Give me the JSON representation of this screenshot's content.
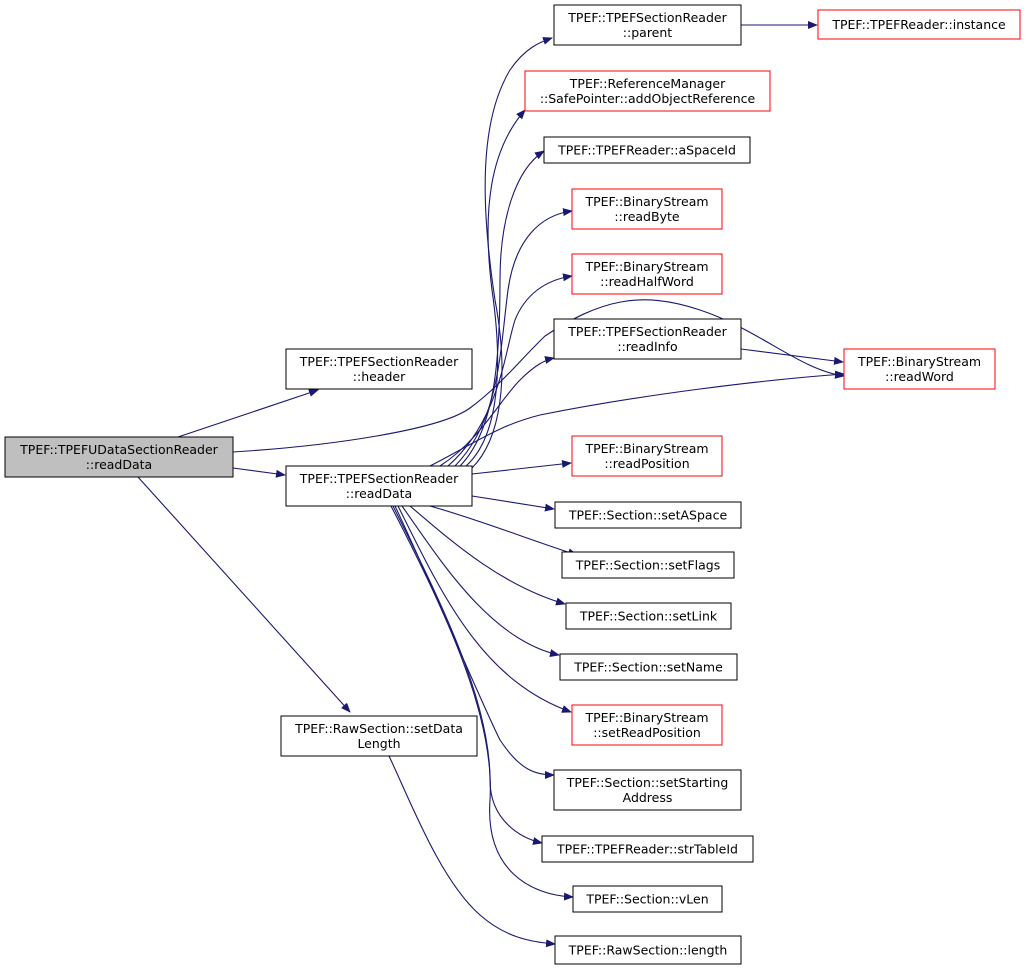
{
  "colors": {
    "edge": "#191970",
    "root_fill": "#bfbfbf",
    "default_border": "#000000",
    "external_border": "#ff0000"
  },
  "nodes": [
    {
      "id": "root",
      "lines": [
        "TPEF::TPEFUDataSectionReader",
        "::readData"
      ],
      "style": "root"
    },
    {
      "id": "header",
      "lines": [
        "TPEF::TPEFSectionReader",
        "::header"
      ],
      "style": "default"
    },
    {
      "id": "sr_readData",
      "lines": [
        "TPEF::TPEFSectionReader",
        "::readData"
      ],
      "style": "default"
    },
    {
      "id": "setDataLength",
      "lines": [
        "TPEF::RawSection::setData",
        "Length"
      ],
      "style": "default"
    },
    {
      "id": "parent",
      "lines": [
        "TPEF::TPEFSectionReader",
        "::parent"
      ],
      "style": "default"
    },
    {
      "id": "instance",
      "lines": [
        "TPEF::TPEFReader::instance"
      ],
      "style": "external"
    },
    {
      "id": "addObjRef",
      "lines": [
        "TPEF::ReferenceManager",
        "::SafePointer::addObjectReference"
      ],
      "style": "external"
    },
    {
      "id": "aSpaceId",
      "lines": [
        "TPEF::TPEFReader::aSpaceId"
      ],
      "style": "default"
    },
    {
      "id": "readByte",
      "lines": [
        "TPEF::BinaryStream",
        "::readByte"
      ],
      "style": "external"
    },
    {
      "id": "readHalfWord",
      "lines": [
        "TPEF::BinaryStream",
        "::readHalfWord"
      ],
      "style": "external"
    },
    {
      "id": "readInfo",
      "lines": [
        "TPEF::TPEFSectionReader",
        "::readInfo"
      ],
      "style": "default"
    },
    {
      "id": "readWord",
      "lines": [
        "TPEF::BinaryStream",
        "::readWord"
      ],
      "style": "external"
    },
    {
      "id": "readPosition",
      "lines": [
        "TPEF::BinaryStream",
        "::readPosition"
      ],
      "style": "external"
    },
    {
      "id": "setASpace",
      "lines": [
        "TPEF::Section::setASpace"
      ],
      "style": "default"
    },
    {
      "id": "setFlags",
      "lines": [
        "TPEF::Section::setFlags"
      ],
      "style": "default"
    },
    {
      "id": "setLink",
      "lines": [
        "TPEF::Section::setLink"
      ],
      "style": "default"
    },
    {
      "id": "setName",
      "lines": [
        "TPEF::Section::setName"
      ],
      "style": "default"
    },
    {
      "id": "setReadPosition",
      "lines": [
        "TPEF::BinaryStream",
        "::setReadPosition"
      ],
      "style": "external"
    },
    {
      "id": "setStartingAddress",
      "lines": [
        "TPEF::Section::setStarting",
        "Address"
      ],
      "style": "default"
    },
    {
      "id": "strTableId",
      "lines": [
        "TPEF::TPEFReader::strTableId"
      ],
      "style": "default"
    },
    {
      "id": "vLen",
      "lines": [
        "TPEF::Section::vLen"
      ],
      "style": "default"
    },
    {
      "id": "length",
      "lines": [
        "TPEF::RawSection::length"
      ],
      "style": "default"
    }
  ],
  "edges": [
    {
      "from": "root",
      "to": "header"
    },
    {
      "from": "root",
      "to": "sr_readData"
    },
    {
      "from": "root",
      "to": "setDataLength"
    },
    {
      "from": "root",
      "to": "readWord"
    },
    {
      "from": "sr_readData",
      "to": "parent"
    },
    {
      "from": "sr_readData",
      "to": "addObjRef"
    },
    {
      "from": "sr_readData",
      "to": "aSpaceId"
    },
    {
      "from": "sr_readData",
      "to": "readByte"
    },
    {
      "from": "sr_readData",
      "to": "readHalfWord"
    },
    {
      "from": "sr_readData",
      "to": "readInfo"
    },
    {
      "from": "sr_readData",
      "to": "readWord"
    },
    {
      "from": "sr_readData",
      "to": "readPosition"
    },
    {
      "from": "sr_readData",
      "to": "setASpace"
    },
    {
      "from": "sr_readData",
      "to": "setFlags"
    },
    {
      "from": "sr_readData",
      "to": "setLink"
    },
    {
      "from": "sr_readData",
      "to": "setName"
    },
    {
      "from": "sr_readData",
      "to": "setReadPosition"
    },
    {
      "from": "sr_readData",
      "to": "setStartingAddress"
    },
    {
      "from": "sr_readData",
      "to": "strTableId"
    },
    {
      "from": "sr_readData",
      "to": "vLen"
    },
    {
      "from": "parent",
      "to": "instance"
    },
    {
      "from": "readInfo",
      "to": "readWord"
    },
    {
      "from": "setDataLength",
      "to": "length"
    }
  ]
}
